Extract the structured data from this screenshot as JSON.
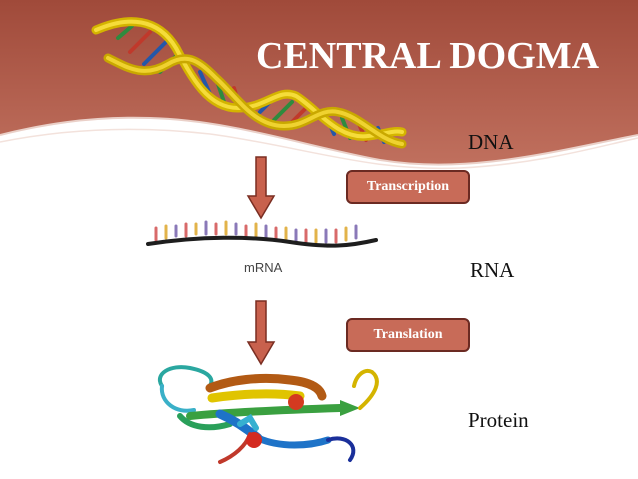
{
  "slide": {
    "title": "CENTRAL DOGMA",
    "colors": {
      "banner": "#b45a48",
      "banner_dark": "#8e3c2e",
      "arrow": "#c8614d",
      "box_fill": "#c86b58",
      "box_border": "#6b2a22"
    }
  },
  "stages": {
    "dna_label": "DNA",
    "rna_label": "RNA",
    "protein_label": "Protein"
  },
  "processes": {
    "transcription_label": "Transcription",
    "translation_label": "Translation"
  },
  "illustrations": {
    "mrna_caption": "mRNA"
  }
}
